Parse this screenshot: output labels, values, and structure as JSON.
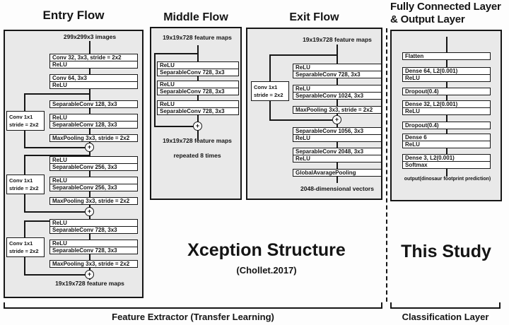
{
  "colors": {
    "panel_bg": "#e9e9e9",
    "box_bg": "#ffffff",
    "line": "#161616"
  },
  "icons": {
    "merge_plus": "+"
  },
  "panels": {
    "entry": {
      "title": "Entry Flow",
      "input_label": "299x299x3 images",
      "output_label": "19x19x728 feature maps",
      "side_box": [
        "Conv 1x1",
        "stride = 2x2"
      ],
      "blocks": [
        [
          "Conv 32, 3x3, stride = 2x2",
          "ReLU"
        ],
        [
          "Conv 64, 3x3",
          "ReLU"
        ],
        [
          "SeparableConv 128, 3x3"
        ],
        [
          "ReLU",
          "SeparableConv 128, 3x3"
        ],
        [
          "MaxPooling 3x3, stride = 2x2"
        ],
        [
          "ReLU",
          "SeparableConv 256, 3x3"
        ],
        [
          "ReLU",
          "SeparableConv 256, 3x3"
        ],
        [
          "MaxPooling 3x3, stride = 2x2"
        ],
        [
          "ReLU",
          "SeparableConv 728, 3x3"
        ],
        [
          "ReLU",
          "SeparableConv 728, 3x3"
        ],
        [
          "MaxPooling 3x3, stride = 2x2"
        ]
      ]
    },
    "middle": {
      "title": "Middle Flow",
      "input_label": "19x19x728 feature maps",
      "output_label": "19x19x728 feature maps",
      "note": "repeated 8 times",
      "blocks": [
        [
          "ReLU",
          "SeparableConv 728, 3x3"
        ],
        [
          "ReLU",
          "SeparableConv 728, 3x3"
        ],
        [
          "ReLU",
          "SeparableConv 728, 3x3"
        ]
      ]
    },
    "exit": {
      "title": "Exit Flow",
      "input_label": "19x19x728 feature maps",
      "output_label": "2048-dimensional vectors",
      "side_box": [
        "Conv 1x1",
        "stride = 2x2"
      ],
      "blocks": [
        [
          "ReLU",
          "SeparableConv 728, 3x3"
        ],
        [
          "ReLU",
          "SeparableConv 1024, 3x3"
        ],
        [
          "MaxPooling 3x3, stride = 2x2"
        ],
        [
          "SeparableConv 1056, 3x3",
          "ReLU"
        ],
        [
          "SeparableConv 2048, 3x3",
          "ReLU"
        ],
        [
          "GlobalAvaragePooling"
        ]
      ]
    },
    "fc": {
      "title_line1": "Fully Connected Layer",
      "title_line2": "& Output Layer",
      "output_label": "output(dinosaur footprint prediction)",
      "blocks": [
        [
          "Flatten"
        ],
        [
          "Dense 64, L2(0.001)",
          "ReLU"
        ],
        [
          "Dropout(0.4)"
        ],
        [
          "Dense 32, L2(0.001)",
          "ReLU"
        ],
        [
          "Dropout(0.4)"
        ],
        [
          "Dense 6",
          "ReLU"
        ],
        [
          "Dense 3, L2(0.001)",
          "Softmax"
        ]
      ]
    }
  },
  "captions": {
    "xception_title": "Xception Structure",
    "xception_sub": "(Chollet.2017)",
    "this_study": "This Study",
    "bracket_left": "Feature Extractor (Transfer Learning)",
    "bracket_right": "Classification Layer"
  }
}
